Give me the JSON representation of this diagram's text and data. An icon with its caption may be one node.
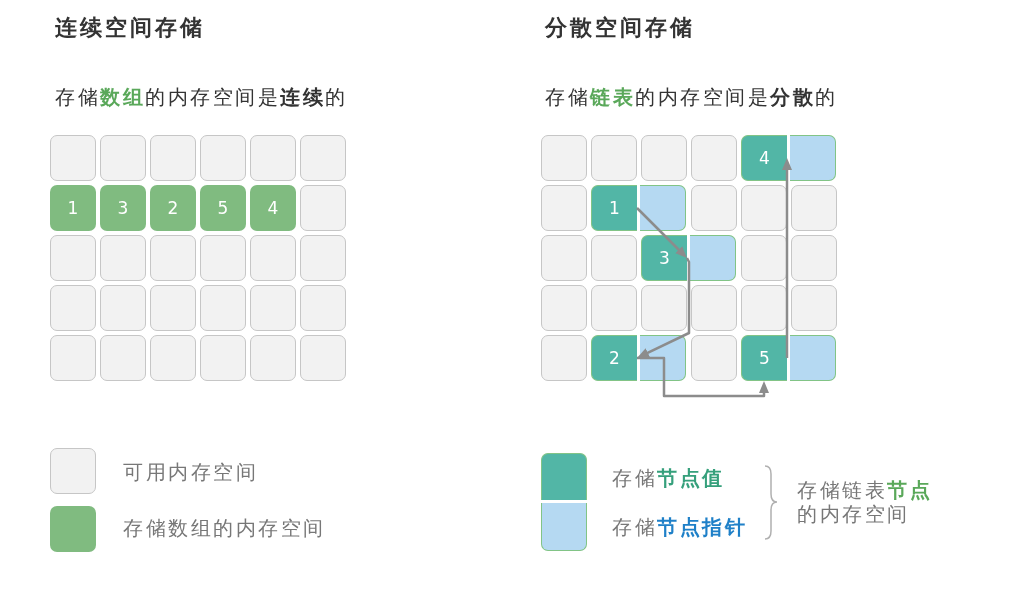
{
  "diagram": {
    "nodes": [
      {
        "text": [],
        "shape": "box"
      },
      {
        "text": [],
        "shape": "box"
      },
      {
        "text": [],
        "shape": "box"
      },
      {
        "text": [],
        "shape": "box"
      },
      {
        "text": [],
        "shape": "box"
      },
      {
        "text": [],
        "shape": "box"
      },
      {
        "text": [
          "1"
        ]
      },
      {
        "text": [
          "3"
        ]
      },
      {
        "text": [
          "2"
        ]
      },
      {
        "text": [
          "5"
        ]
      },
      {
        "text": [
          "4"
        ]
      },
      {
        "text": [],
        "shape": "box"
      },
      {
        "text": [],
        "shape": "box"
      },
      {
        "text": [],
        "shape": "box"
      },
      {
        "text": [],
        "shape": "box"
      },
      {
        "text": [],
        "shape": "box"
      },
      {
        "text": [],
        "shape": "box"
      },
      {
        "text": [],
        "shape": "box"
      },
      {
        "text": [],
        "shape": "box"
      },
      {
        "text": [],
        "shape": "box"
      },
      {
        "text": [],
        "shape": "box"
      },
      {
        "text": [],
        "shape": "box"
      },
      {
        "text": [],
        "shape": "box"
      },
      {
        "text": [],
        "shape": "box"
      },
      {
        "text": [],
        "shape": "box"
      },
      {
        "text": [],
        "shape": "box"
      },
      {
        "text": [],
        "shape": "box"
      },
      {
        "text": [],
        "shape": "box"
      },
      {
        "text": [],
        "shape": "box"
      },
      {
        "text": [],
        "shape": "box"
      },
      {
        "text": [],
        "shape": "box"
      },
      {
        "text": [],
        "shape": "box"
      },
      {
        "text": [],
        "shape": "box"
      },
      {
        "text": [],
        "shape": "box"
      },
      {
        "text": [
          "4"
        ]
      },
      {
        "text": [],
        "shape": "box"
      },
      {
        "text": [
          "1"
        ]
      },
      {
        "text": [],
        "shape": "box"
      },
      {
        "text": [],
        "shape": "box"
      },
      {
        "text": [],
        "shape": "box"
      },
      {
        "text": [],
        "shape": "box"
      },
      {
        "text": [],
        "shape": "box"
      },
      {
        "text": [
          "3"
        ]
      },
      {
        "text": [],
        "shape": "box"
      },
      {
        "text": [],
        "shape": "box"
      },
      {
        "text": [],
        "shape": "box"
      },
      {
        "text": [],
        "shape": "box"
      },
      {
        "text": [],
        "shape": "box"
      },
      {
        "text": [],
        "shape": "box"
      },
      {
        "text": [],
        "shape": "box"
      },
      {
        "text": [],
        "shape": "box"
      },
      {
        "text": [],
        "shape": "box"
      },
      {
        "text": [
          "2"
        ]
      },
      {
        "text": [],
        "shape": "box"
      },
      {
        "text": [
          "5"
        ]
      }
    ],
    "edges": [
      {
        "from": 36,
        "to": 42,
        "arrow": "to"
      },
      {
        "from": 42,
        "to": 52,
        "arrow": "to"
      },
      {
        "from": 52,
        "to": 54,
        "arrow": "to"
      },
      {
        "from": 54,
        "to": 34,
        "arrow": "to"
      }
    ],
    "labels": [
      "连续空间存储",
      "存储**数组**的内存空间是**连续**的",
      "分散空间存储",
      "存储**链表**的内存空间是**分散**的",
      "存储链表**节点**的内存空间"
    ],
    "legend": [
      {
        "text": "可用内存空间",
        "color": "#f2f2f2"
      },
      {
        "text": "存储数组的内存空间",
        "color": "#80bb80"
      },
      {
        "text": "存储**节点值**",
        "color": "#52b6a6"
      },
      {
        "text": "存储**节点指针**",
        "color": "#b5d9f2"
      }
    ]
  }
}
